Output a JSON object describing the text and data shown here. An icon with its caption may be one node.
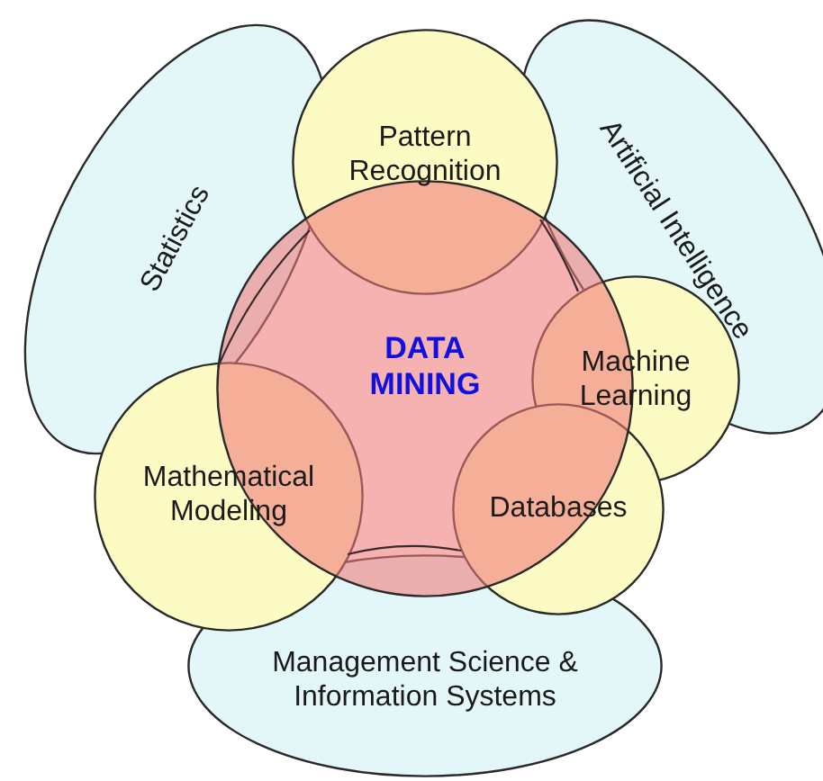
{
  "diagram": {
    "nodes": [
      {
        "text": [
          "Statistics"
        ]
      },
      {
        "text": [
          "Pattern Recognition"
        ]
      },
      {
        "text": [
          "Artificial Intelligence"
        ]
      },
      {
        "text": [
          "DATA MINING"
        ]
      },
      {
        "text": [
          "Machine Learning"
        ]
      },
      {
        "text": [
          "Mathematical Modeling"
        ]
      },
      {
        "text": [
          "Databases"
        ]
      },
      {
        "text": [
          "Management Science & Information Systems"
        ]
      }
    ]
  }
}
